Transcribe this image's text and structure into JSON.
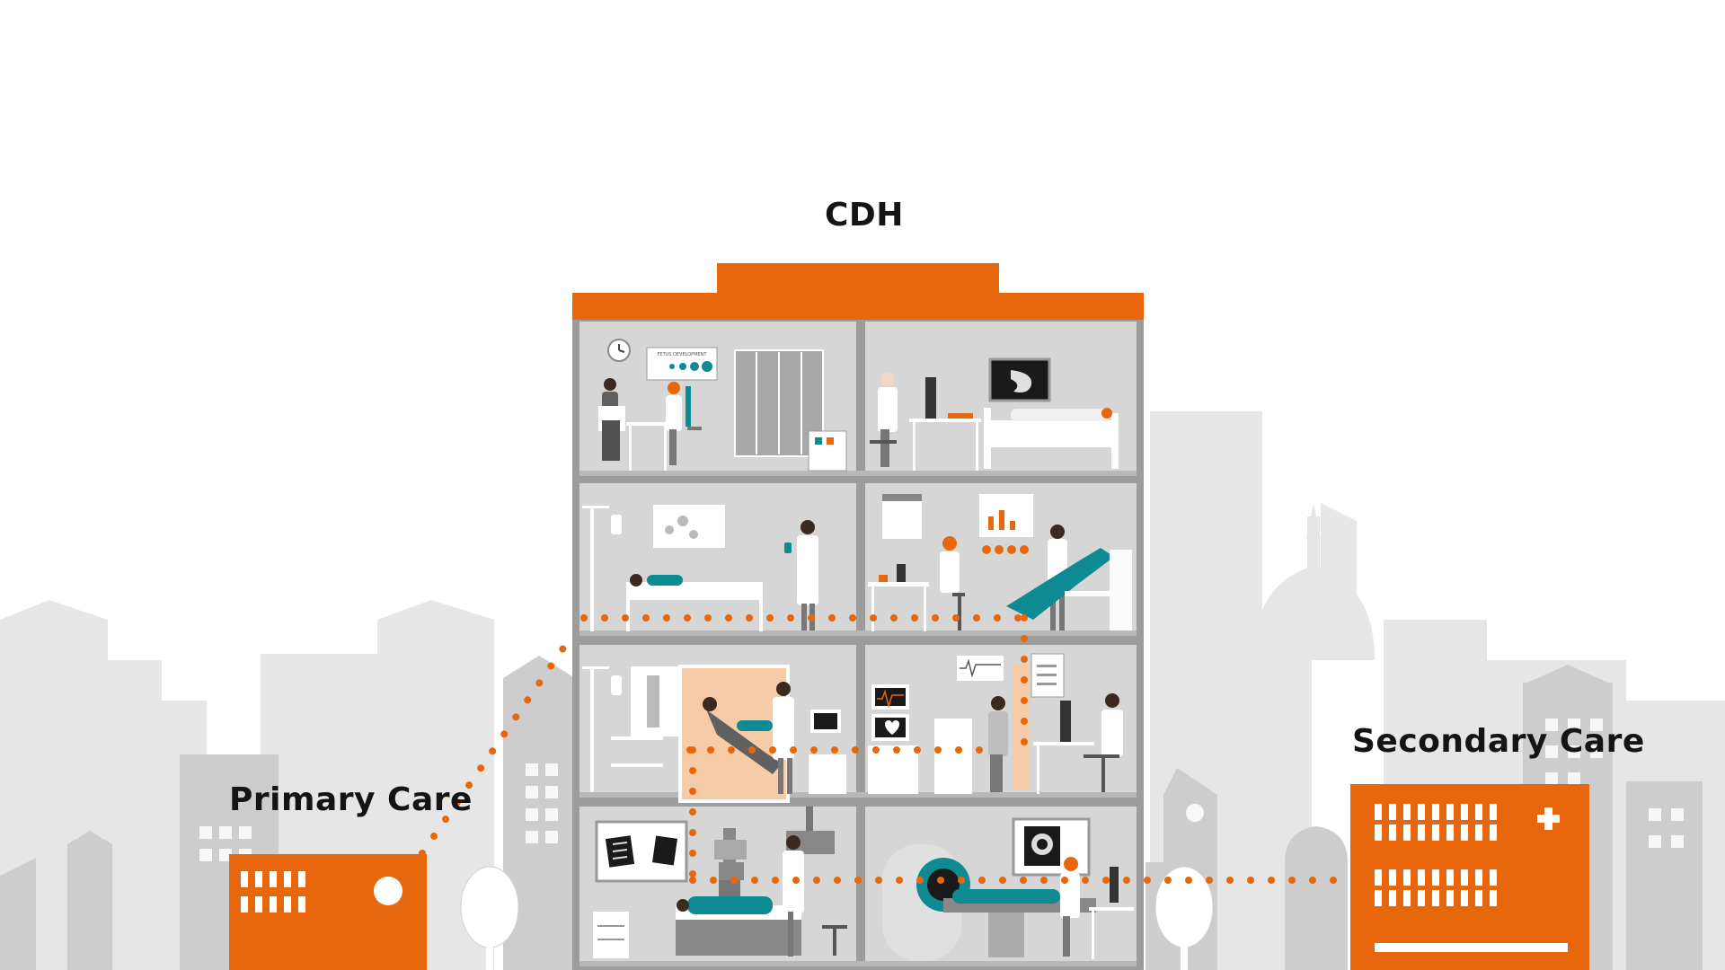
{
  "labels": {
    "main_building": "CDH",
    "left_building": "Primary Care",
    "right_building": "Secondary Care"
  },
  "colors": {
    "accent_orange": "#E8670C",
    "building_grey": "#D6D6D6",
    "frame_grey": "#9C9C9C",
    "city_grey": "#E6E6E6",
    "teal": "#0E8A93",
    "label_text": "#141414"
  },
  "icons": [
    "clock-icon",
    "stomach-scan-icon",
    "brain-scan-icon",
    "xray-icon",
    "medical-cross-icon"
  ],
  "room_signs": {
    "fetus_poster": "FETUS DEVELOPMENT"
  }
}
